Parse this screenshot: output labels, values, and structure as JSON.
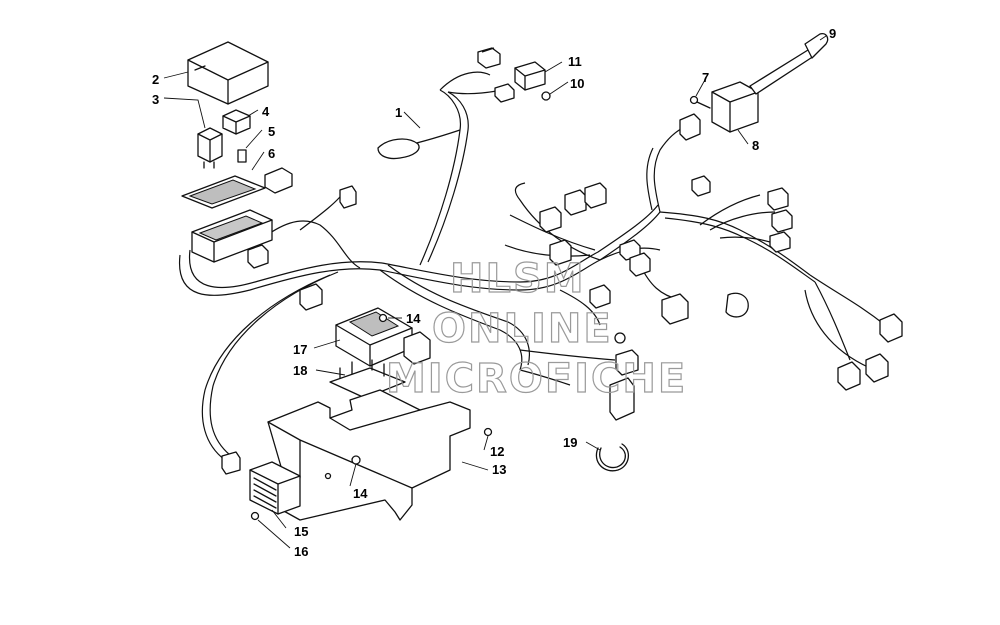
{
  "watermark": {
    "line1": "HLSM",
    "line2": "ONLINE",
    "line3": "MICROFICHE"
  },
  "callouts": [
    "1",
    "2",
    "3",
    "4",
    "5",
    "6",
    "7",
    "8",
    "9",
    "10",
    "11",
    "12",
    "13",
    "14",
    "14",
    "15",
    "16",
    "17",
    "18",
    "19"
  ]
}
